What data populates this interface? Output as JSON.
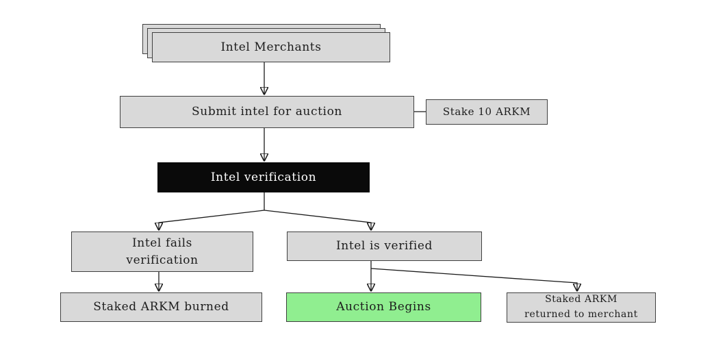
{
  "diagram": {
    "title": "Intel auction flowchart",
    "colors": {
      "background": "#ffffff",
      "node_fill": "#d9d9d9",
      "node_border": "#3f3f3f",
      "highlight_fill": "#0a0a0a",
      "highlight_text": "#ffffff",
      "success_fill": "#90ee90",
      "text": "#1c1c1c",
      "edge": "#1a1a1a"
    },
    "nodes": {
      "intel_merchants": {
        "label": "Intel Merchants",
        "style": "stacked-sheets"
      },
      "submit_intel": {
        "label": "Submit intel for auction"
      },
      "stake": {
        "label": "Stake 10 ARKM"
      },
      "verification": {
        "label": "Intel verification",
        "style": "highlight-black"
      },
      "fails": {
        "label": "Intel fails\nverification"
      },
      "verified": {
        "label": "Intel is verified"
      },
      "burned": {
        "label": "Staked ARKM burned"
      },
      "auction": {
        "label": "Auction Begins",
        "style": "success-green"
      },
      "returned": {
        "label": "Staked ARKM\nreturned to merchant"
      }
    },
    "edges": [
      {
        "from": "intel_merchants",
        "to": "submit_intel",
        "arrow": true
      },
      {
        "from": "submit_intel",
        "to": "stake",
        "arrow": false
      },
      {
        "from": "submit_intel",
        "to": "verification",
        "arrow": true
      },
      {
        "from": "verification",
        "to": "fails",
        "arrow": true
      },
      {
        "from": "verification",
        "to": "verified",
        "arrow": true
      },
      {
        "from": "fails",
        "to": "burned",
        "arrow": true
      },
      {
        "from": "verified",
        "to": "auction",
        "arrow": true
      },
      {
        "from": "verified",
        "to": "returned",
        "arrow": true
      }
    ]
  }
}
